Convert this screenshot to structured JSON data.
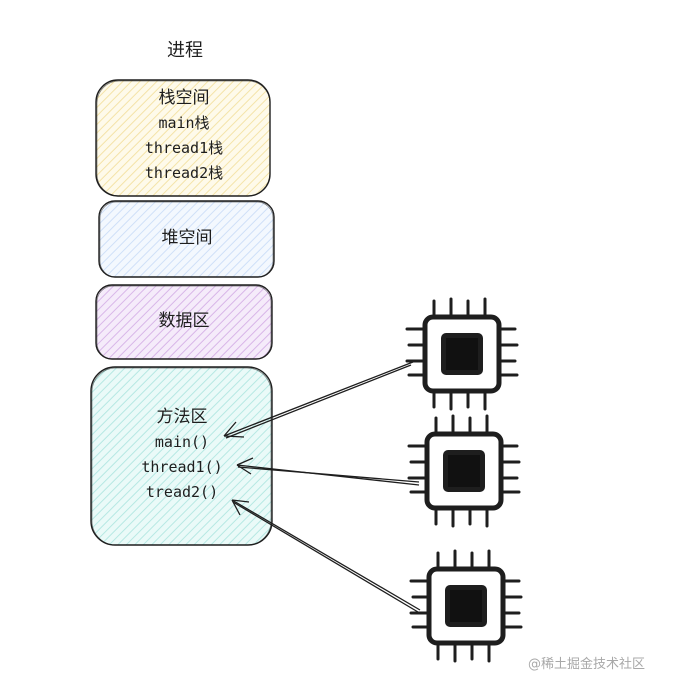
{
  "title": "进程",
  "boxes": {
    "stack": {
      "heading": "栈空间",
      "lines": [
        "main栈",
        "thread1栈",
        "thread2栈"
      ],
      "fill": "#fdf5d6"
    },
    "heap": {
      "heading": "堆空间",
      "fill": "#e8f1fd"
    },
    "data": {
      "heading": "数据区",
      "fill": "#ecdaf4"
    },
    "method": {
      "heading": "方法区",
      "lines": [
        "main()",
        "thread1()",
        "tread2()"
      ],
      "fill": "#d7f4f2"
    }
  },
  "cpus": [
    {
      "icon": "cpu-chip-icon"
    },
    {
      "icon": "cpu-chip-icon"
    },
    {
      "icon": "cpu-chip-icon"
    }
  ],
  "watermark": "@稀土掘金技术社区"
}
